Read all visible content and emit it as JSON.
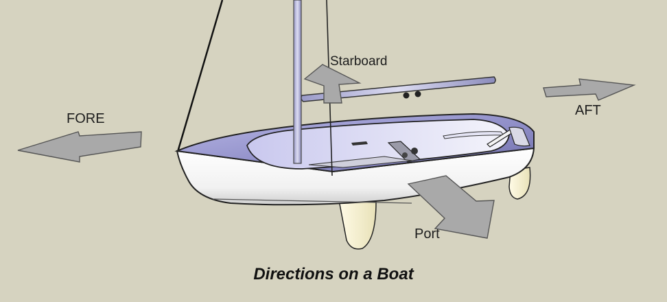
{
  "labels": {
    "fore": "FORE",
    "aft": "AFT",
    "starboard": "Starboard",
    "port": "Port"
  },
  "caption": "Directions on a Boat",
  "colors": {
    "background": "#d6d3c0",
    "arrow_fill": "#a9a9a9",
    "hull_white": "#f6f6f6",
    "deck_blue": "#8e8dc6",
    "keel_cream": "#f4efcf"
  }
}
